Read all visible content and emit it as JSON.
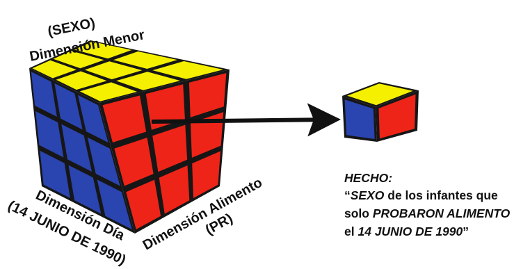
{
  "labels": {
    "top_line1": "(SEXO)",
    "top_line2": "Dimensión Menor",
    "left_line1": "Dimensión Día",
    "left_line2": "(14 JUNIO DE 1990)",
    "right_line1": "Dimensión Alimento",
    "right_line2": "(PR)"
  },
  "fact": {
    "title": "HECHO:",
    "line1_quote": "“",
    "line1_italic": "SEXO",
    "line1_rest": " de los infantes que",
    "line2_plain": "solo ",
    "line2_italic": "PROBARON ALIMENTO",
    "line3_plain": "el ",
    "line3_italic": "14 JUNIO DE 1990",
    "line3_end": "”"
  },
  "colors": {
    "top_face": "#f5f000",
    "left_face": "#2a44b0",
    "right_face": "#ee2418",
    "frame": "#161616"
  }
}
